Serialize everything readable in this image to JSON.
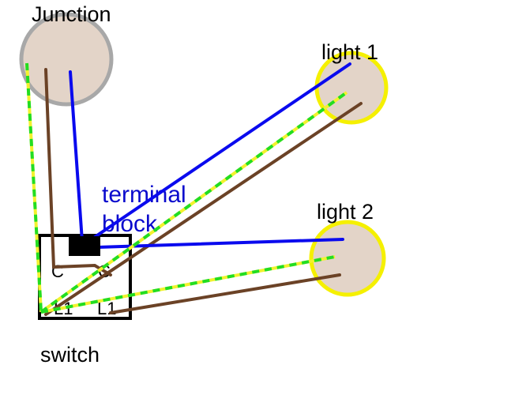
{
  "labels": {
    "junction": "Junction",
    "light1": "light 1",
    "light2": "light 2",
    "terminal_block_line1": "terminal",
    "terminal_block_line2": "block",
    "switch": "switch",
    "switch_term_c1": "C",
    "switch_term_c2": "C",
    "switch_term_l1a": "L1",
    "switch_term_l1b": "L1"
  },
  "colors": {
    "live": "#6b4226",
    "neutral": "#0a0aee",
    "earth_green": "#22dd22",
    "earth_yellow": "#f2f22e",
    "junction_fill": "#e3d4c8",
    "junction_ring": "#a8a8a8",
    "light_fill": "#e3d4c8",
    "light_ring": "#f5f000",
    "terminal_block": "#000000",
    "label_blue": "#0a0acd"
  },
  "icons": {
    "junction": "junction-box-icon",
    "light": "light-fitting-icon",
    "switch": "switch-plate-icon"
  }
}
